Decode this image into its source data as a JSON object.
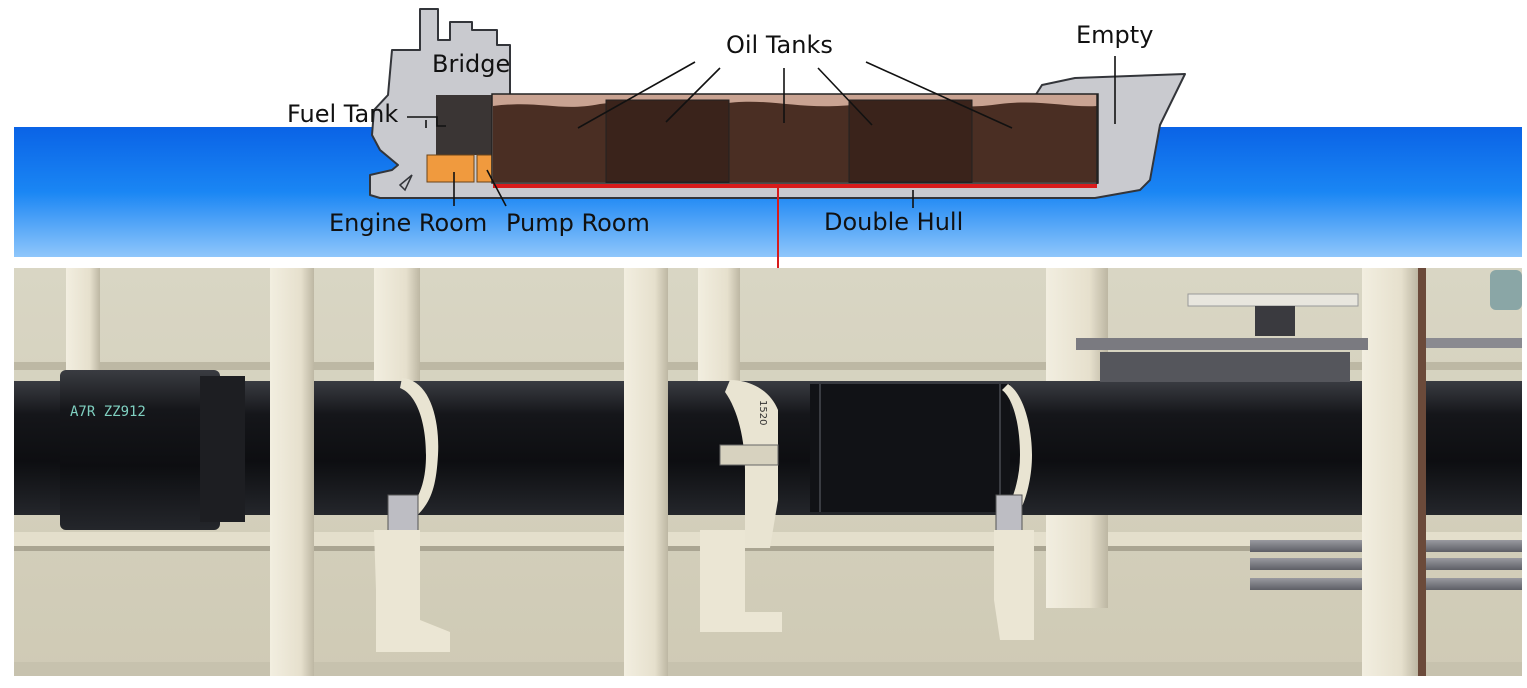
{
  "labels": {
    "bridge": "Bridge",
    "fuel_tank": "Fuel Tank",
    "oil_tanks": "Oil Tanks",
    "empty": "Empty",
    "engine_room": "Engine Room",
    "pump_room": "Pump Room",
    "double_hull": "Double Hull"
  },
  "photo": {
    "pipe_markings": [
      "A7R ZZ912",
      "1520"
    ]
  },
  "colors": {
    "sea": "#1a7ff0",
    "hull": "#c9cacf",
    "oil": "#4a2e23",
    "oil_dark": "#3a231b",
    "oil_surface": "#c9a392",
    "fuel_tank": "#3a3534",
    "engine_room": "#f09a3e",
    "double_hull_line": "#d81b1b",
    "pipe": "#1a1b1e",
    "bulkhead": "#ece6d4",
    "wall": "#dcd8c6"
  }
}
